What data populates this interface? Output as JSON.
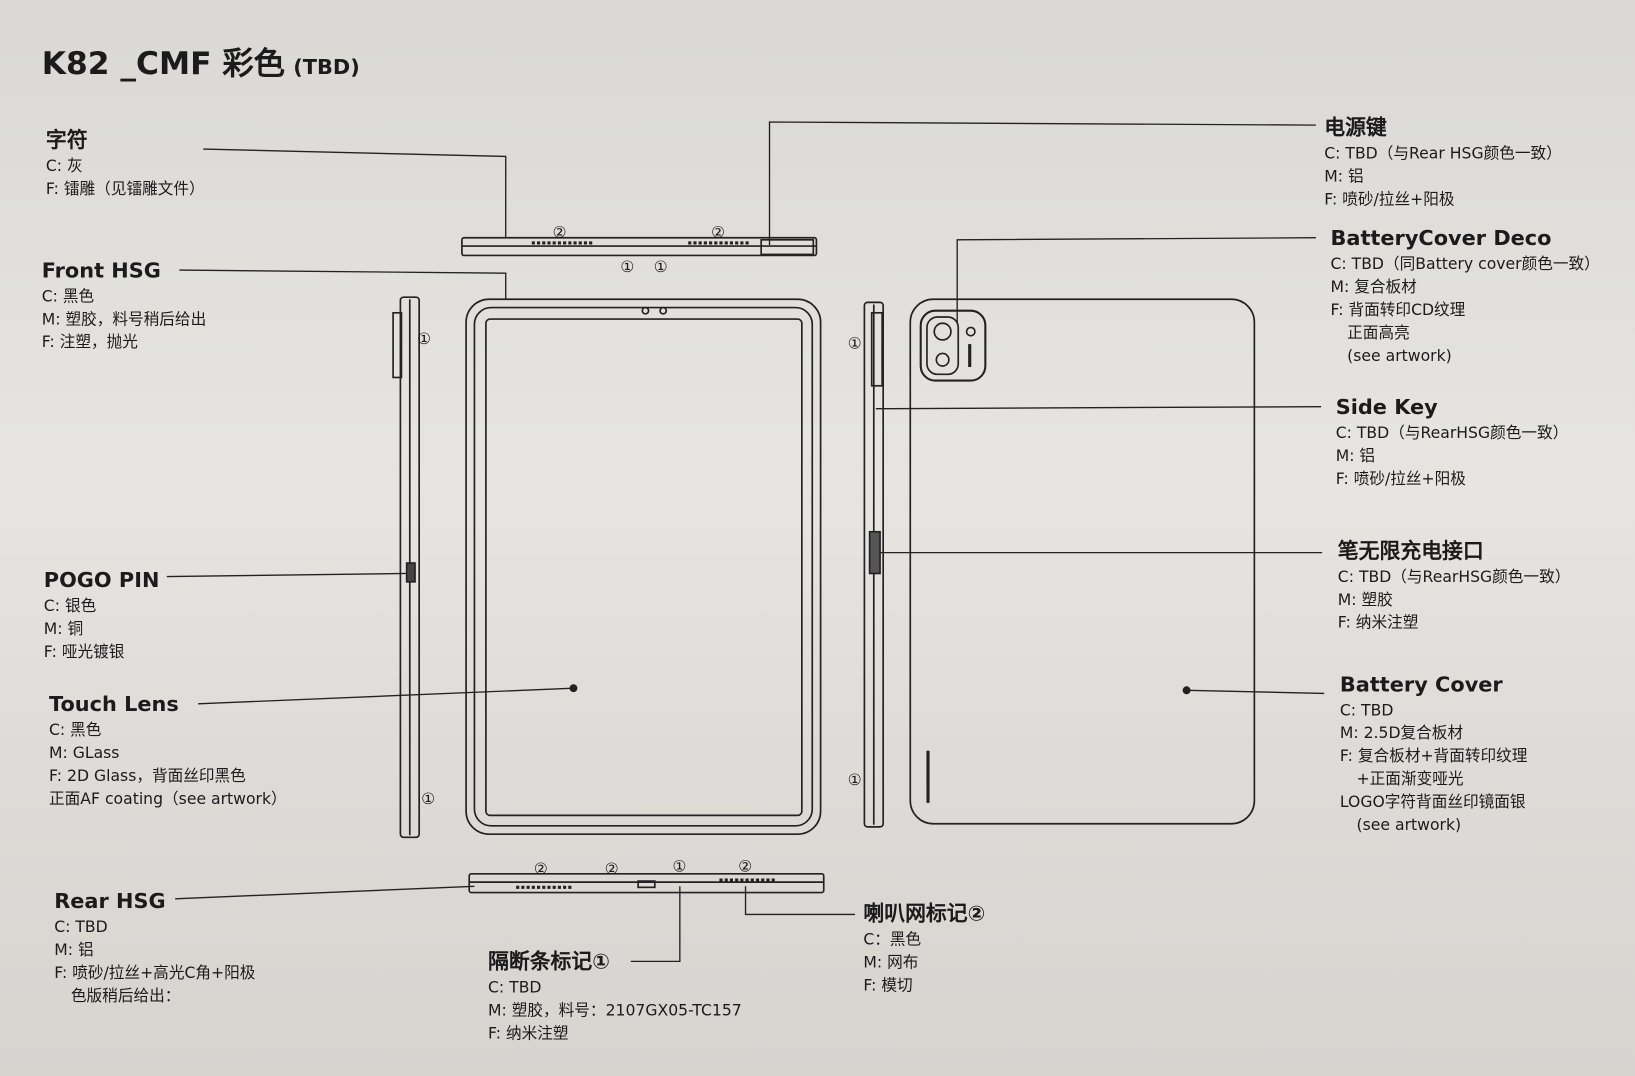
{
  "title": {
    "main": "K82 _CMF 彩色",
    "sub": "(TBD)"
  },
  "callouts": {
    "zifu": {
      "name": "字符",
      "lines": [
        "C: 灰",
        "F: 镭雕（见镭雕文件）"
      ]
    },
    "front_hsg": {
      "name": "Front HSG",
      "lines": [
        "C: 黑色",
        "M: 塑胶，料号稍后给出",
        "F: 注塑，抛光"
      ]
    },
    "pogo_pin": {
      "name": "POGO PIN",
      "lines": [
        "C: 银色",
        "M: 铜",
        "F: 哑光镀银"
      ]
    },
    "touch_lens": {
      "name": "Touch Lens",
      "lines": [
        "C: 黑色",
        "M: GLass",
        "F: 2D Glass，背面丝印黑色",
        "正面AF coating（see artwork）"
      ]
    },
    "rear_hsg": {
      "name": "Rear HSG",
      "lines": [
        "C: TBD",
        "M: 铝",
        "F: 喷砂/拉丝+高光C角+阳极",
        "色版稍后给出："
      ]
    },
    "divider": {
      "name": "隔断条标记①",
      "lines": [
        "C: TBD",
        "M: 塑胶，料号：2107GX05-TC157",
        "F: 纳米注塑"
      ]
    },
    "speaker": {
      "name": "喇叭网标记②",
      "lines": [
        "C：黑色",
        "M: 网布",
        "F: 模切"
      ]
    },
    "power_key": {
      "name": "电源键",
      "lines": [
        "C: TBD（与Rear HSG颜色一致）",
        "M: 铝",
        "F: 喷砂/拉丝+阳极"
      ]
    },
    "bc_deco": {
      "name": "BatteryCover Deco",
      "lines": [
        "C: TBD（同Battery cover颜色一致）",
        "M: 复合板材",
        "F: 背面转印CD纹理",
        "正面高亮",
        "(see artwork)"
      ]
    },
    "side_key": {
      "name": "Side Key",
      "lines": [
        "C: TBD（与RearHSG颜色一致）",
        "M: 铝",
        "F: 喷砂/拉丝+阳极"
      ]
    },
    "pen_charge": {
      "name": "笔无限充电接口",
      "lines": [
        "C: TBD（与RearHSG颜色一致）",
        "M: 塑胶",
        "F: 纳米注塑"
      ]
    },
    "battery_cover": {
      "name": "Battery Cover",
      "lines": [
        "C: TBD",
        "M: 2.5D复合板材",
        "F: 复合板材+背面转印纹理",
        "+正面渐变哑光",
        "LOGO字符背面丝印镜面银",
        "(see artwork)"
      ]
    }
  },
  "markers": {
    "one": "①",
    "two": "②"
  }
}
